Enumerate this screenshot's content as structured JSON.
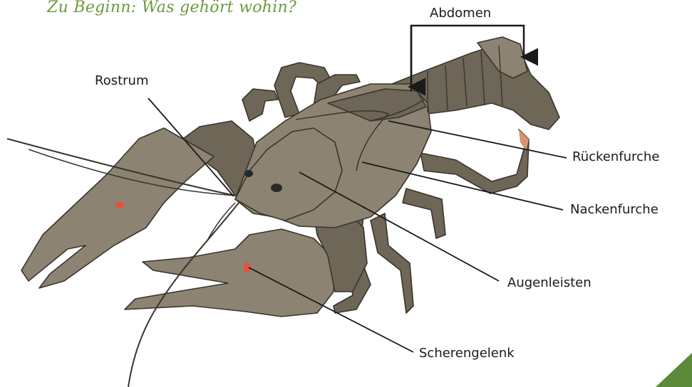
{
  "heading": "Zu Beginn: Was gehört wohin?",
  "labels": {
    "abdomen": "Abdomen",
    "rostrum": "Rostrum",
    "rueckenfurche": "Rückenfurche",
    "nackenfurche": "Nackenfurche",
    "augenleisten": "Augenleisten",
    "scherengelenk": "Scherengelenk"
  },
  "colors": {
    "heading": "#6a9a3e",
    "shell": "#8c8372",
    "shell_dark": "#6e6656",
    "shell_light": "#a89c88",
    "joint_red": "#e8503e",
    "accent_orange": "#d9946e",
    "corner_green": "#5a8a3a"
  }
}
